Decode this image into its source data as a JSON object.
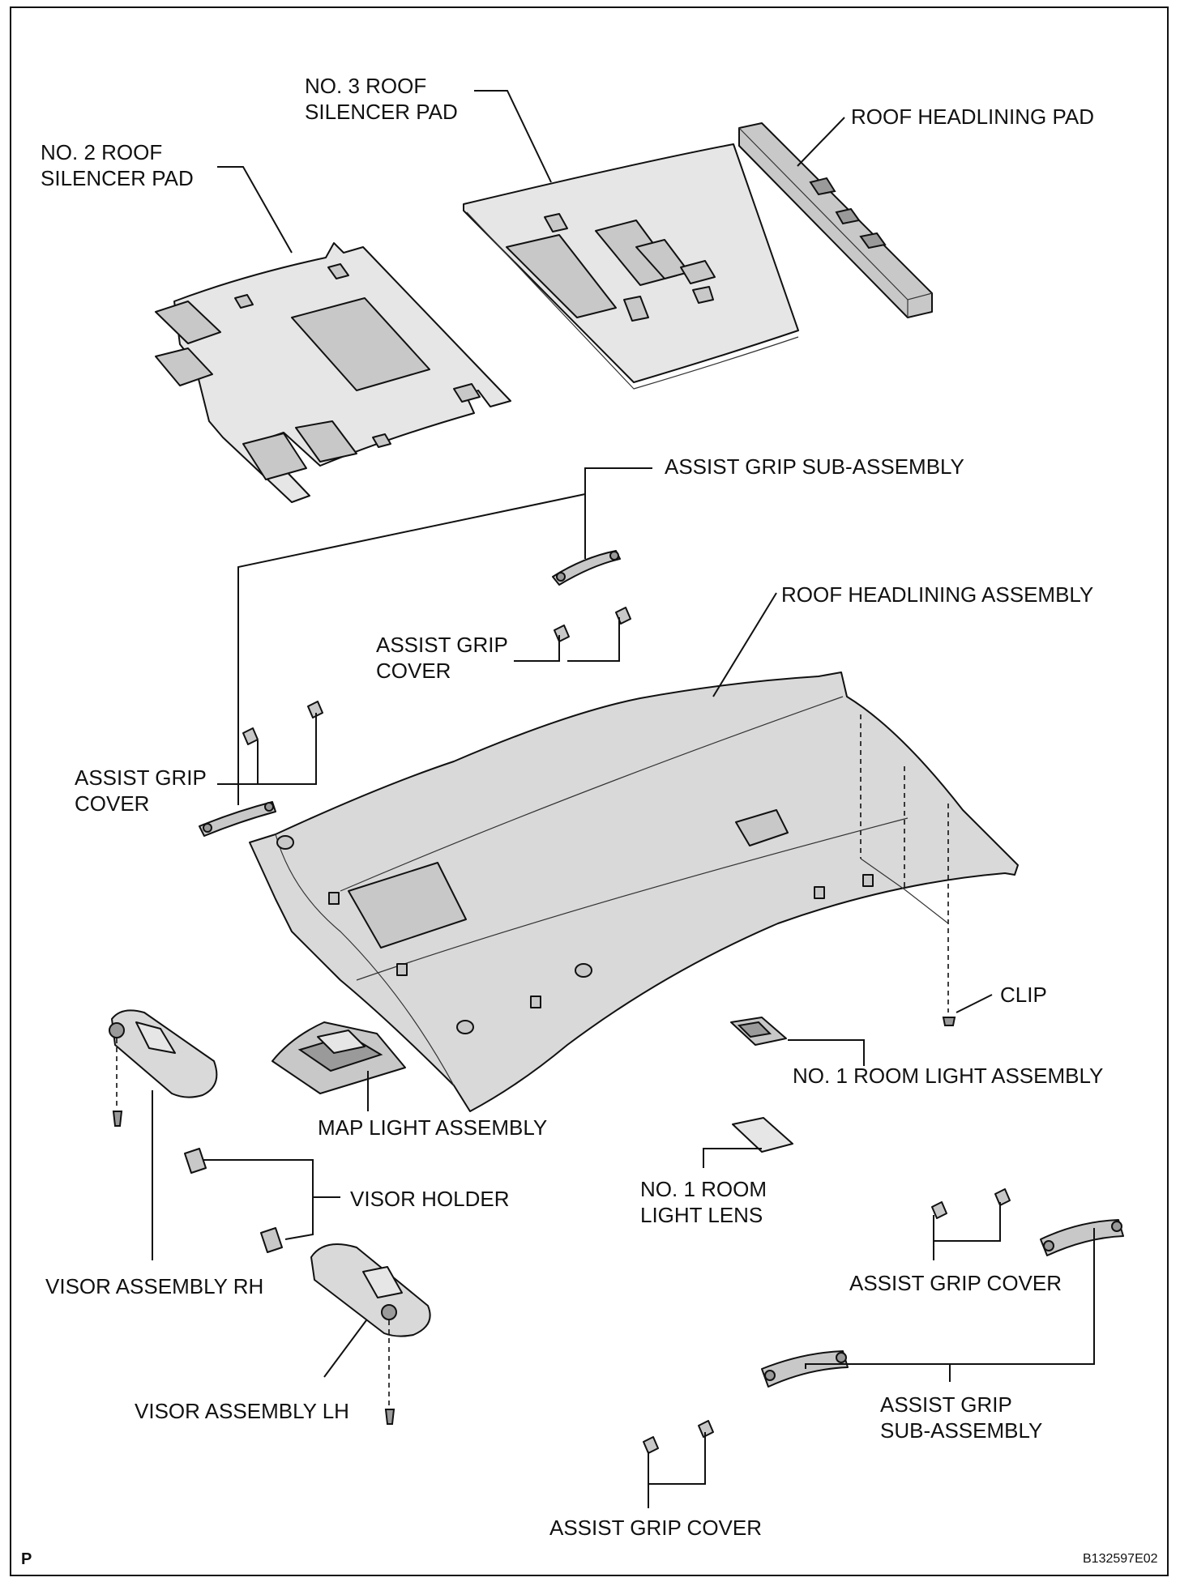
{
  "labels": {
    "no3_roof_silencer_pad": "NO. 3 ROOF\nSILENCER PAD",
    "roof_headlining_pad": "ROOF HEADLINING PAD",
    "no2_roof_silencer_pad": "NO. 2 ROOF\nSILENCER PAD",
    "assist_grip_sub_assembly_top": "ASSIST GRIP SUB-ASSEMBLY",
    "roof_headlining_assembly": "ROOF HEADLINING ASSEMBLY",
    "assist_grip_cover_mid": "ASSIST GRIP\nCOVER",
    "assist_grip_cover_left": "ASSIST GRIP\nCOVER",
    "clip": "CLIP",
    "no1_room_light_assembly": "NO. 1 ROOM LIGHT ASSEMBLY",
    "map_light_assembly": "MAP LIGHT ASSEMBLY",
    "no1_room_light_lens": "NO. 1 ROOM\nLIGHT LENS",
    "visor_holder": "VISOR HOLDER",
    "assist_grip_cover_right": "ASSIST GRIP COVER",
    "visor_assembly_rh": "VISOR ASSEMBLY RH",
    "visor_assembly_lh": "VISOR ASSEMBLY LH",
    "assist_grip_sub_assembly_bottom": "ASSIST GRIP\nSUB-ASSEMBLY",
    "assist_grip_cover_bottom": "ASSIST GRIP COVER"
  },
  "corner": {
    "left": "P",
    "right": "B132597E02"
  }
}
